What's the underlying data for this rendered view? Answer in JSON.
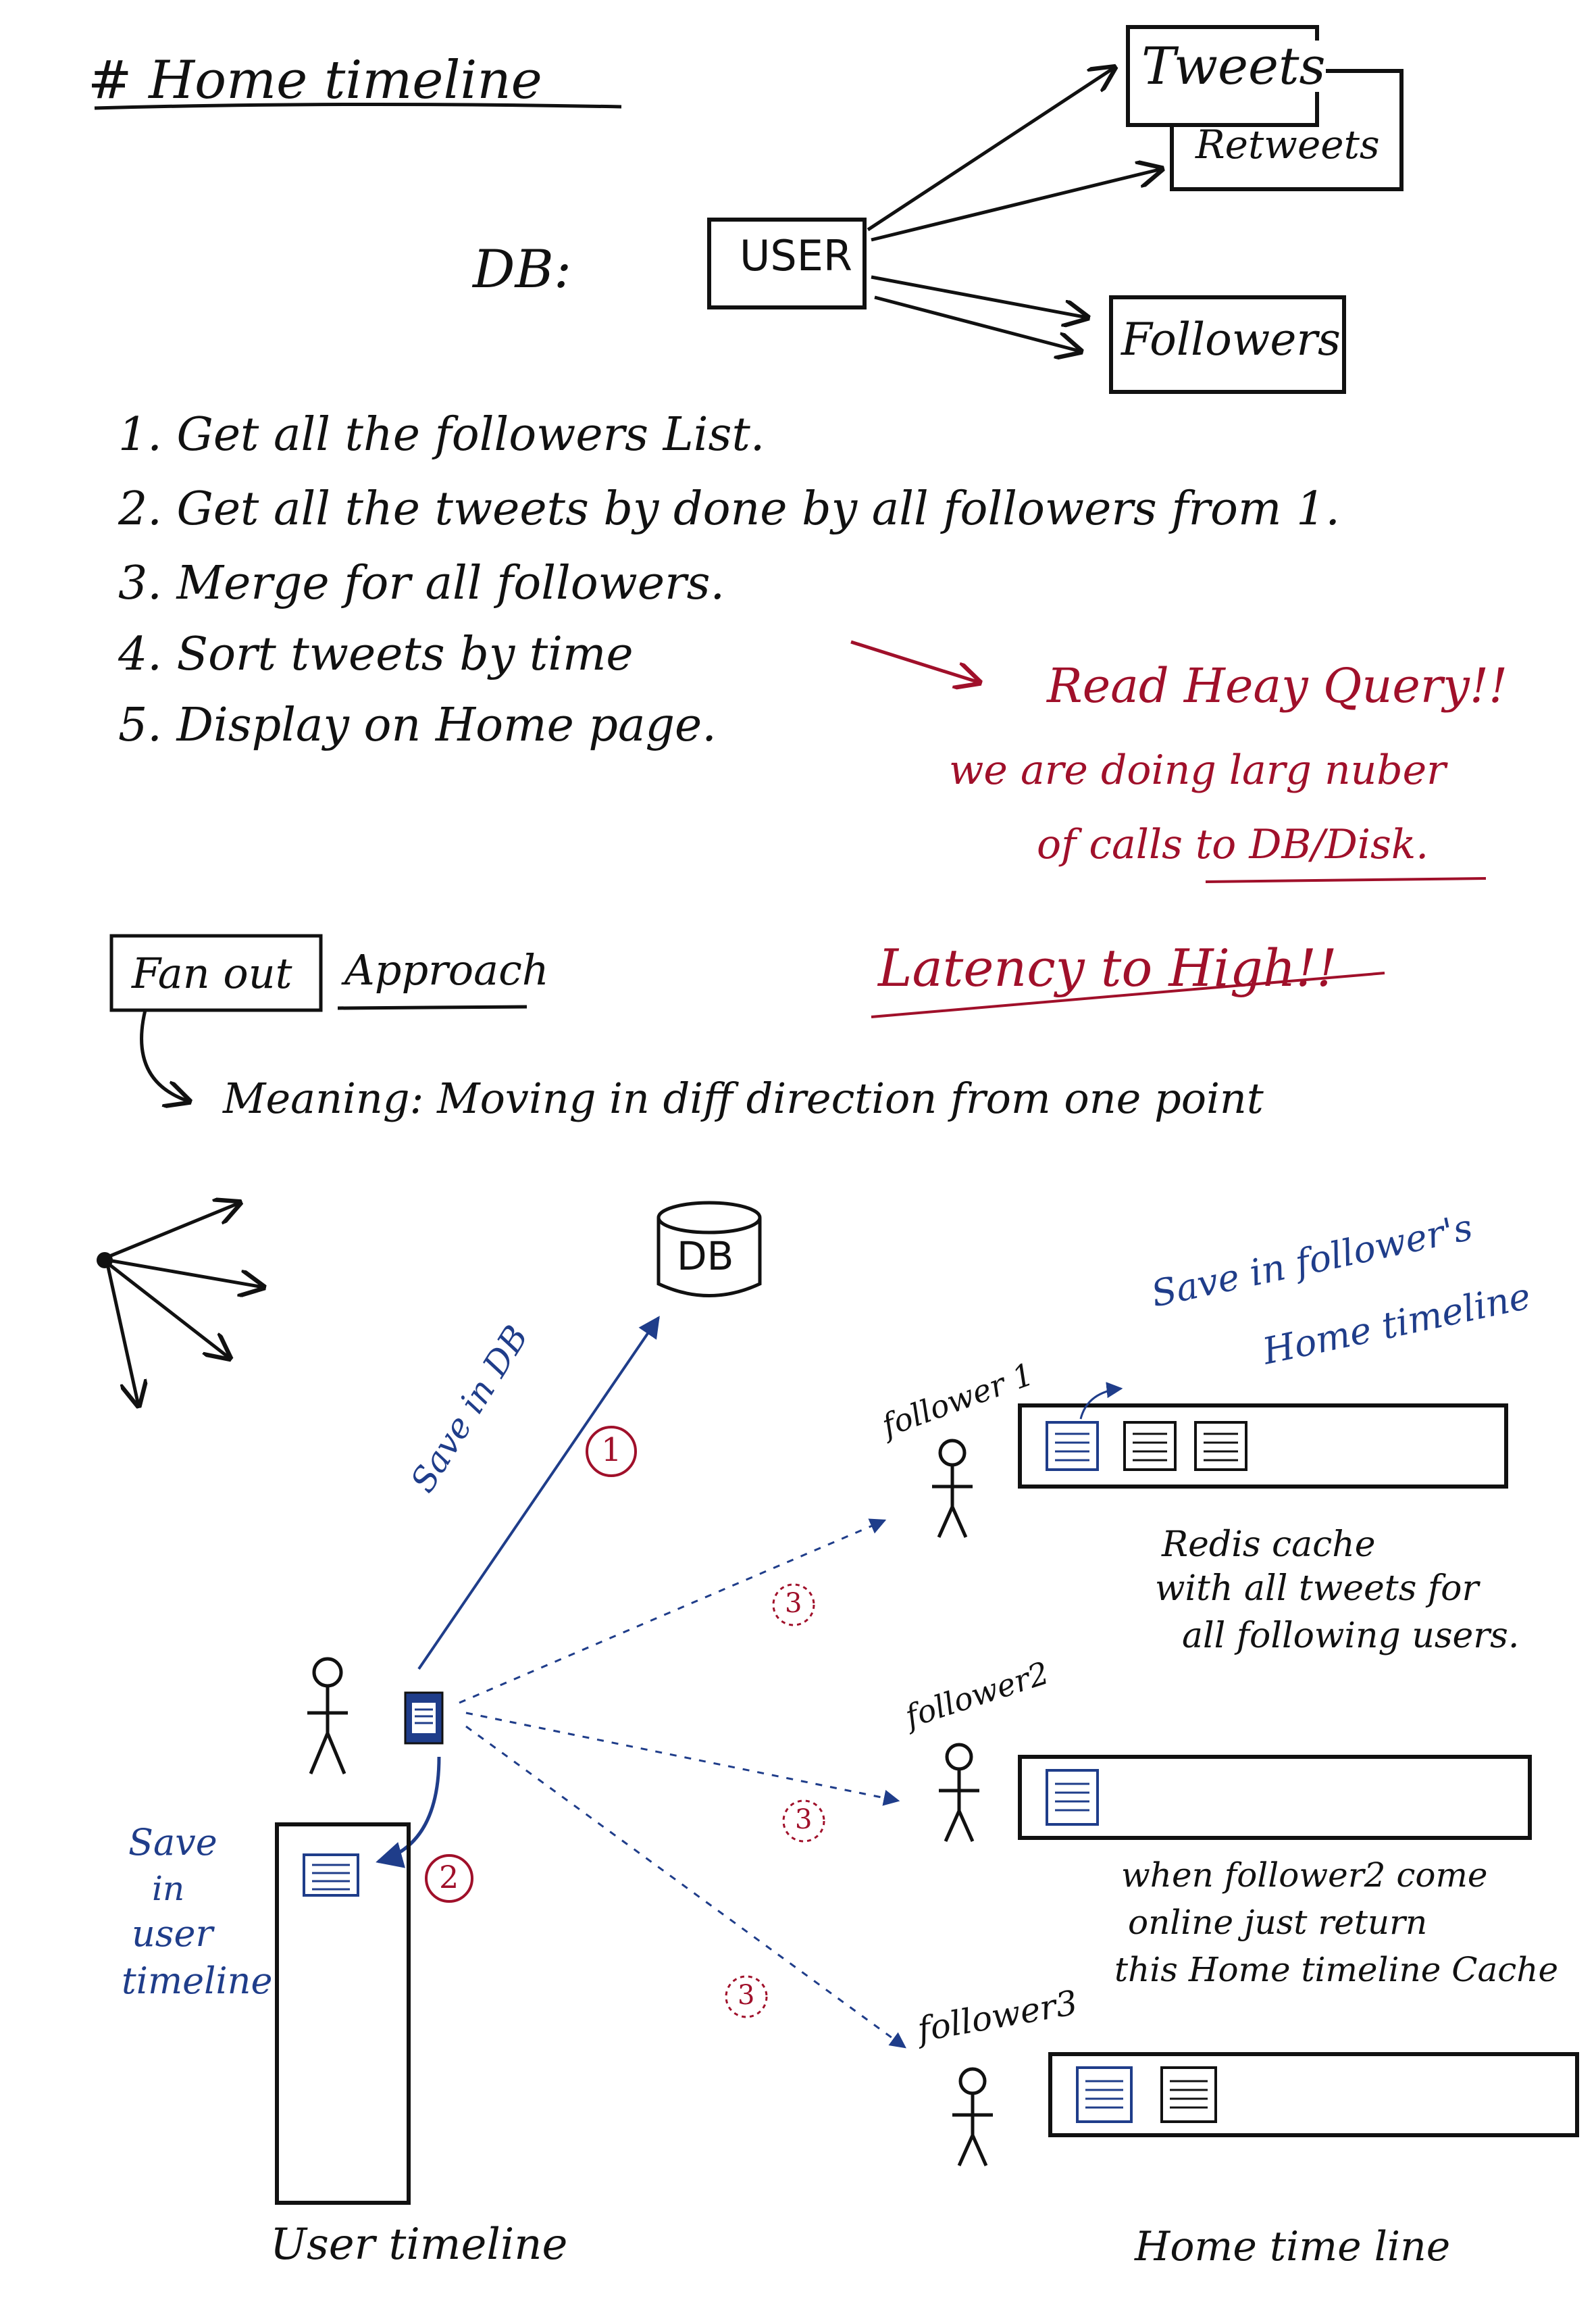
{
  "colors": {
    "ink": "#111111",
    "red": "#a0102a",
    "blue": "#1f3d8a"
  },
  "title": "# Home timeline",
  "schema": {
    "db_label": "DB:",
    "user": "USER",
    "tweets": "Tweets",
    "retweets": "Retweets",
    "followers": "Followers"
  },
  "steps": [
    "1. Get all the followers List.",
    "2. Get all the tweets by done by all followers from 1.",
    "3. Merge for all followers.",
    "4. Sort tweets by time",
    "5. Display on Home page."
  ],
  "notes": {
    "read_heavy": "Read Heay Query!!",
    "calls_line1": "we are doing larg nuber",
    "calls_line2": "of calls to DB/Disk.",
    "latency": "Latency to High!!"
  },
  "fanout": {
    "tag": "Fan out",
    "approach": "Approach",
    "meaning": "Meaning: Moving in diff direction from one point"
  },
  "diagram": {
    "db": "DB",
    "save_db": "Save in DB",
    "step1": "1",
    "step2": "2",
    "step3": "3",
    "save_user_timeline": [
      "Save",
      "in",
      "user",
      "timeline"
    ],
    "save_follower_home": [
      "Save in follower's",
      "Home timeline"
    ],
    "follower1": "follower 1",
    "follower2": "follower2",
    "follower3": "follower3",
    "redis_note": [
      "Redis cache",
      "with all tweets for",
      "all following users."
    ],
    "follower2_note": [
      "when follower2 come",
      "online just return",
      "this Home timeline Cache"
    ],
    "user_timeline": "User timeline",
    "home_timeline": "Home time line"
  }
}
